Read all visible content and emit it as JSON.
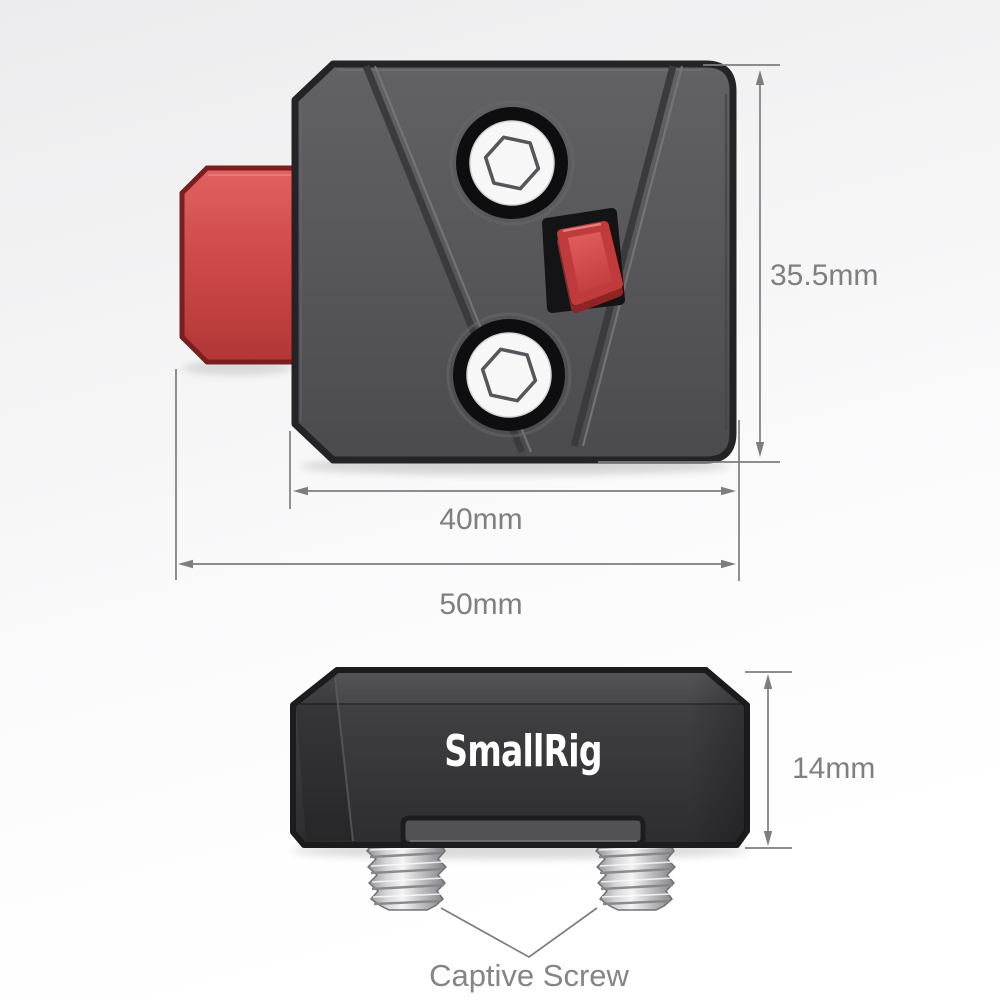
{
  "brand": {
    "logo_text": "SmallRig",
    "logo_color": "#ffffff"
  },
  "top_view": {
    "description": "mini V-mount quick release plate, front view",
    "dimensions": {
      "height": {
        "label": "35.5mm",
        "orientation": "vertical"
      },
      "mount_width": {
        "label": "40mm",
        "orientation": "horizontal"
      },
      "overall_width": {
        "label": "50mm",
        "orientation": "horizontal"
      }
    },
    "icons": [
      "hex-socket-screw-icon",
      "hex-socket-screw-icon",
      "red-lock-lever-icon",
      "red-release-tab-icon"
    ]
  },
  "side_view": {
    "description": "plate side profile with two threaded studs",
    "dimensions": {
      "thickness": {
        "label": "14mm",
        "orientation": "vertical"
      }
    },
    "annotation": {
      "label": "Captive Screw"
    },
    "icons": [
      "threaded-screw-icon",
      "threaded-screw-icon"
    ]
  },
  "colors": {
    "plate_gray": "#58585c",
    "side_body_gray": "#39393c",
    "accent_red": "#d05050",
    "screw_silver": "#d9d9d9",
    "dimension_line": "#7d7d7d",
    "label_text": "#7f7f7f",
    "background_top": "#ececee",
    "background_bottom": "#ffffff"
  }
}
